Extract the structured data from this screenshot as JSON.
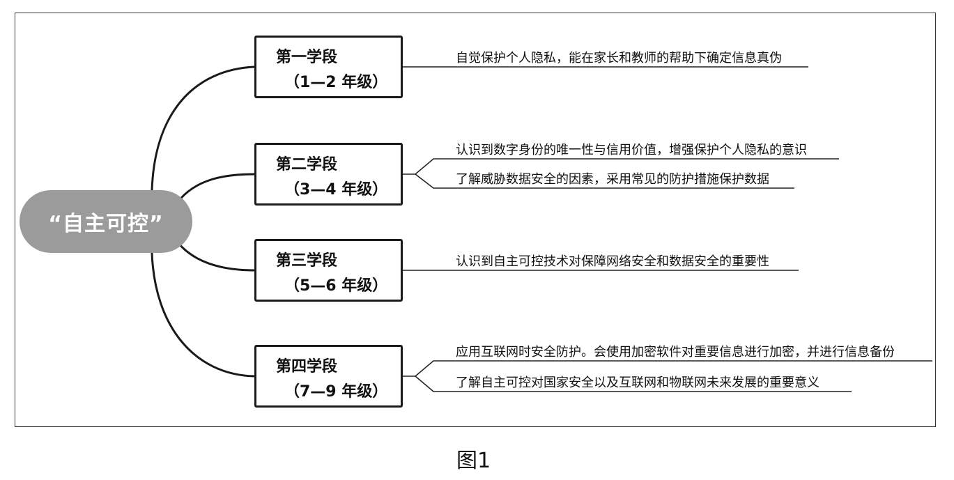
{
  "root": {
    "label": "“自主可控”"
  },
  "stages": [
    {
      "name": "第一学段",
      "grade": "（1—2 年级）",
      "items": [
        "自觉保护个人隐私，能在家长和教师的帮助下确定信息真伪"
      ]
    },
    {
      "name": "第二学段",
      "grade": "（3—4 年级）",
      "items": [
        "认识到数字身份的唯一性与信用价值，增强保护个人隐私的意识",
        "了解威胁数据安全的因素，采用常见的防护措施保护数据"
      ]
    },
    {
      "name": "第三学段",
      "grade": "（5—6 年级）",
      "items": [
        "认识到自主可控技术对保障网络安全和数据安全的重要性"
      ]
    },
    {
      "name": "第四学段",
      "grade": "（7—9 年级）",
      "items": [
        "应用互联网时安全防护。会使用加密软件对重要信息进行加密，并进行信息备份",
        "了解自主可控对国家安全以及互联网和物联网未来发展的重要意义"
      ]
    }
  ],
  "caption": "图1"
}
